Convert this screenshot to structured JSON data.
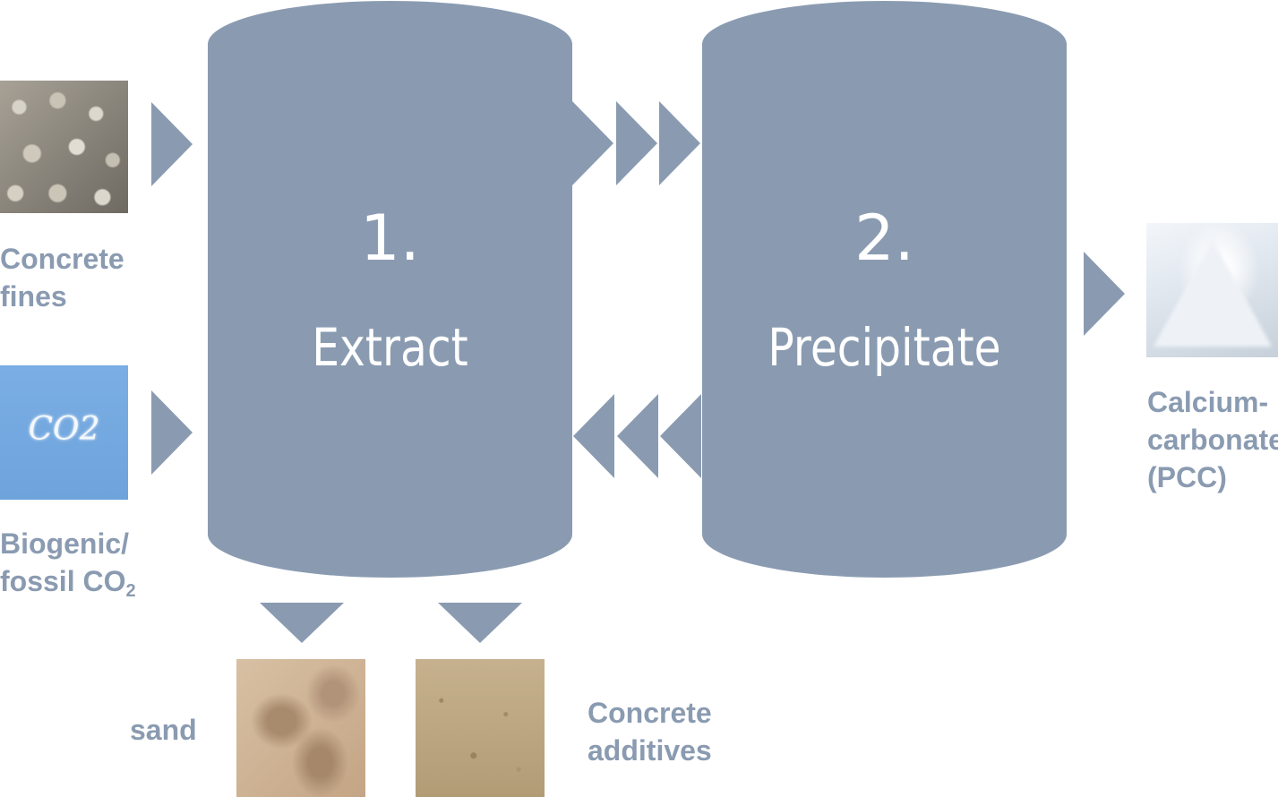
{
  "process": {
    "step1": {
      "number": "1.",
      "label": "Extract"
    },
    "step2": {
      "number": "2.",
      "label": "Precipitate"
    }
  },
  "inputs": {
    "concrete": {
      "line1": "Concrete",
      "line2": "fines"
    },
    "co2": {
      "line1": "Biogenic/",
      "line2": "fossil CO",
      "subscript": "2",
      "image_text": "CO2"
    }
  },
  "outputs": {
    "pcc": {
      "line1": "Calcium-",
      "line2": "carbonate",
      "line3": "(PCC)"
    },
    "sand": {
      "label": "sand"
    },
    "additives": {
      "line1": "Concrete",
      "line2": "additives"
    }
  },
  "colors": {
    "tank": "#8a9bb1",
    "caption": "#8a9bb1",
    "tank_text": "#ffffff"
  }
}
